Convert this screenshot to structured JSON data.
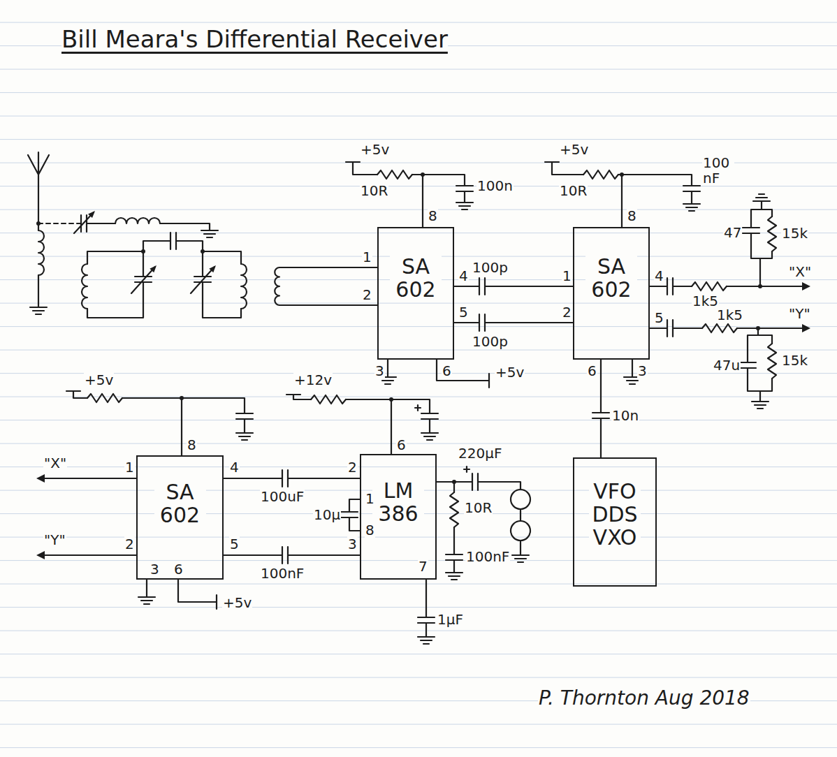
{
  "diagram": {
    "title": "Bill Meara's Differential Receiver",
    "nodes": [
      {
        "text": [
          "SA 602"
        ]
      },
      {
        "text": [
          "SA 602"
        ]
      },
      {
        "text": [
          "SA 602"
        ]
      },
      {
        "text": [
          "LM 386"
        ]
      },
      {
        "text": [
          "VFO DDS VXO"
        ]
      }
    ],
    "edges": [
      {
        "from": 0,
        "to": 1,
        "arrow": "none",
        "label": "100p"
      },
      {
        "from": 0,
        "to": 1,
        "arrow": "none",
        "label": "100p"
      },
      {
        "from": 4,
        "to": 1,
        "arrow": "none",
        "label": "10n"
      },
      {
        "from": 2,
        "to": 3,
        "arrow": "none",
        "label": "100uF"
      },
      {
        "from": 2,
        "to": 3,
        "arrow": "none",
        "label": "100nF"
      }
    ],
    "labels": [
      "+5v",
      "10R",
      "100n",
      "8",
      "1",
      "2",
      "4",
      "5",
      "3",
      "6",
      "+5v",
      "+5v",
      "10R",
      "100 nF",
      "8",
      "1",
      "2",
      "4",
      "5",
      "6",
      "3",
      "47",
      "15k",
      "\"X\"",
      "1k5",
      "1k5",
      "\"Y\"",
      "47u",
      "15k",
      "+5v",
      "8",
      "\"X\"",
      "1",
      "\"Y\"",
      "2",
      "4",
      "5",
      "3",
      "6",
      "+5v",
      "+12v",
      "6",
      "2",
      "1",
      "10µ",
      "8",
      "3",
      "7",
      "220µF",
      "10R",
      "100nF",
      "1µF",
      "P. Thornton Aug 2018"
    ]
  }
}
